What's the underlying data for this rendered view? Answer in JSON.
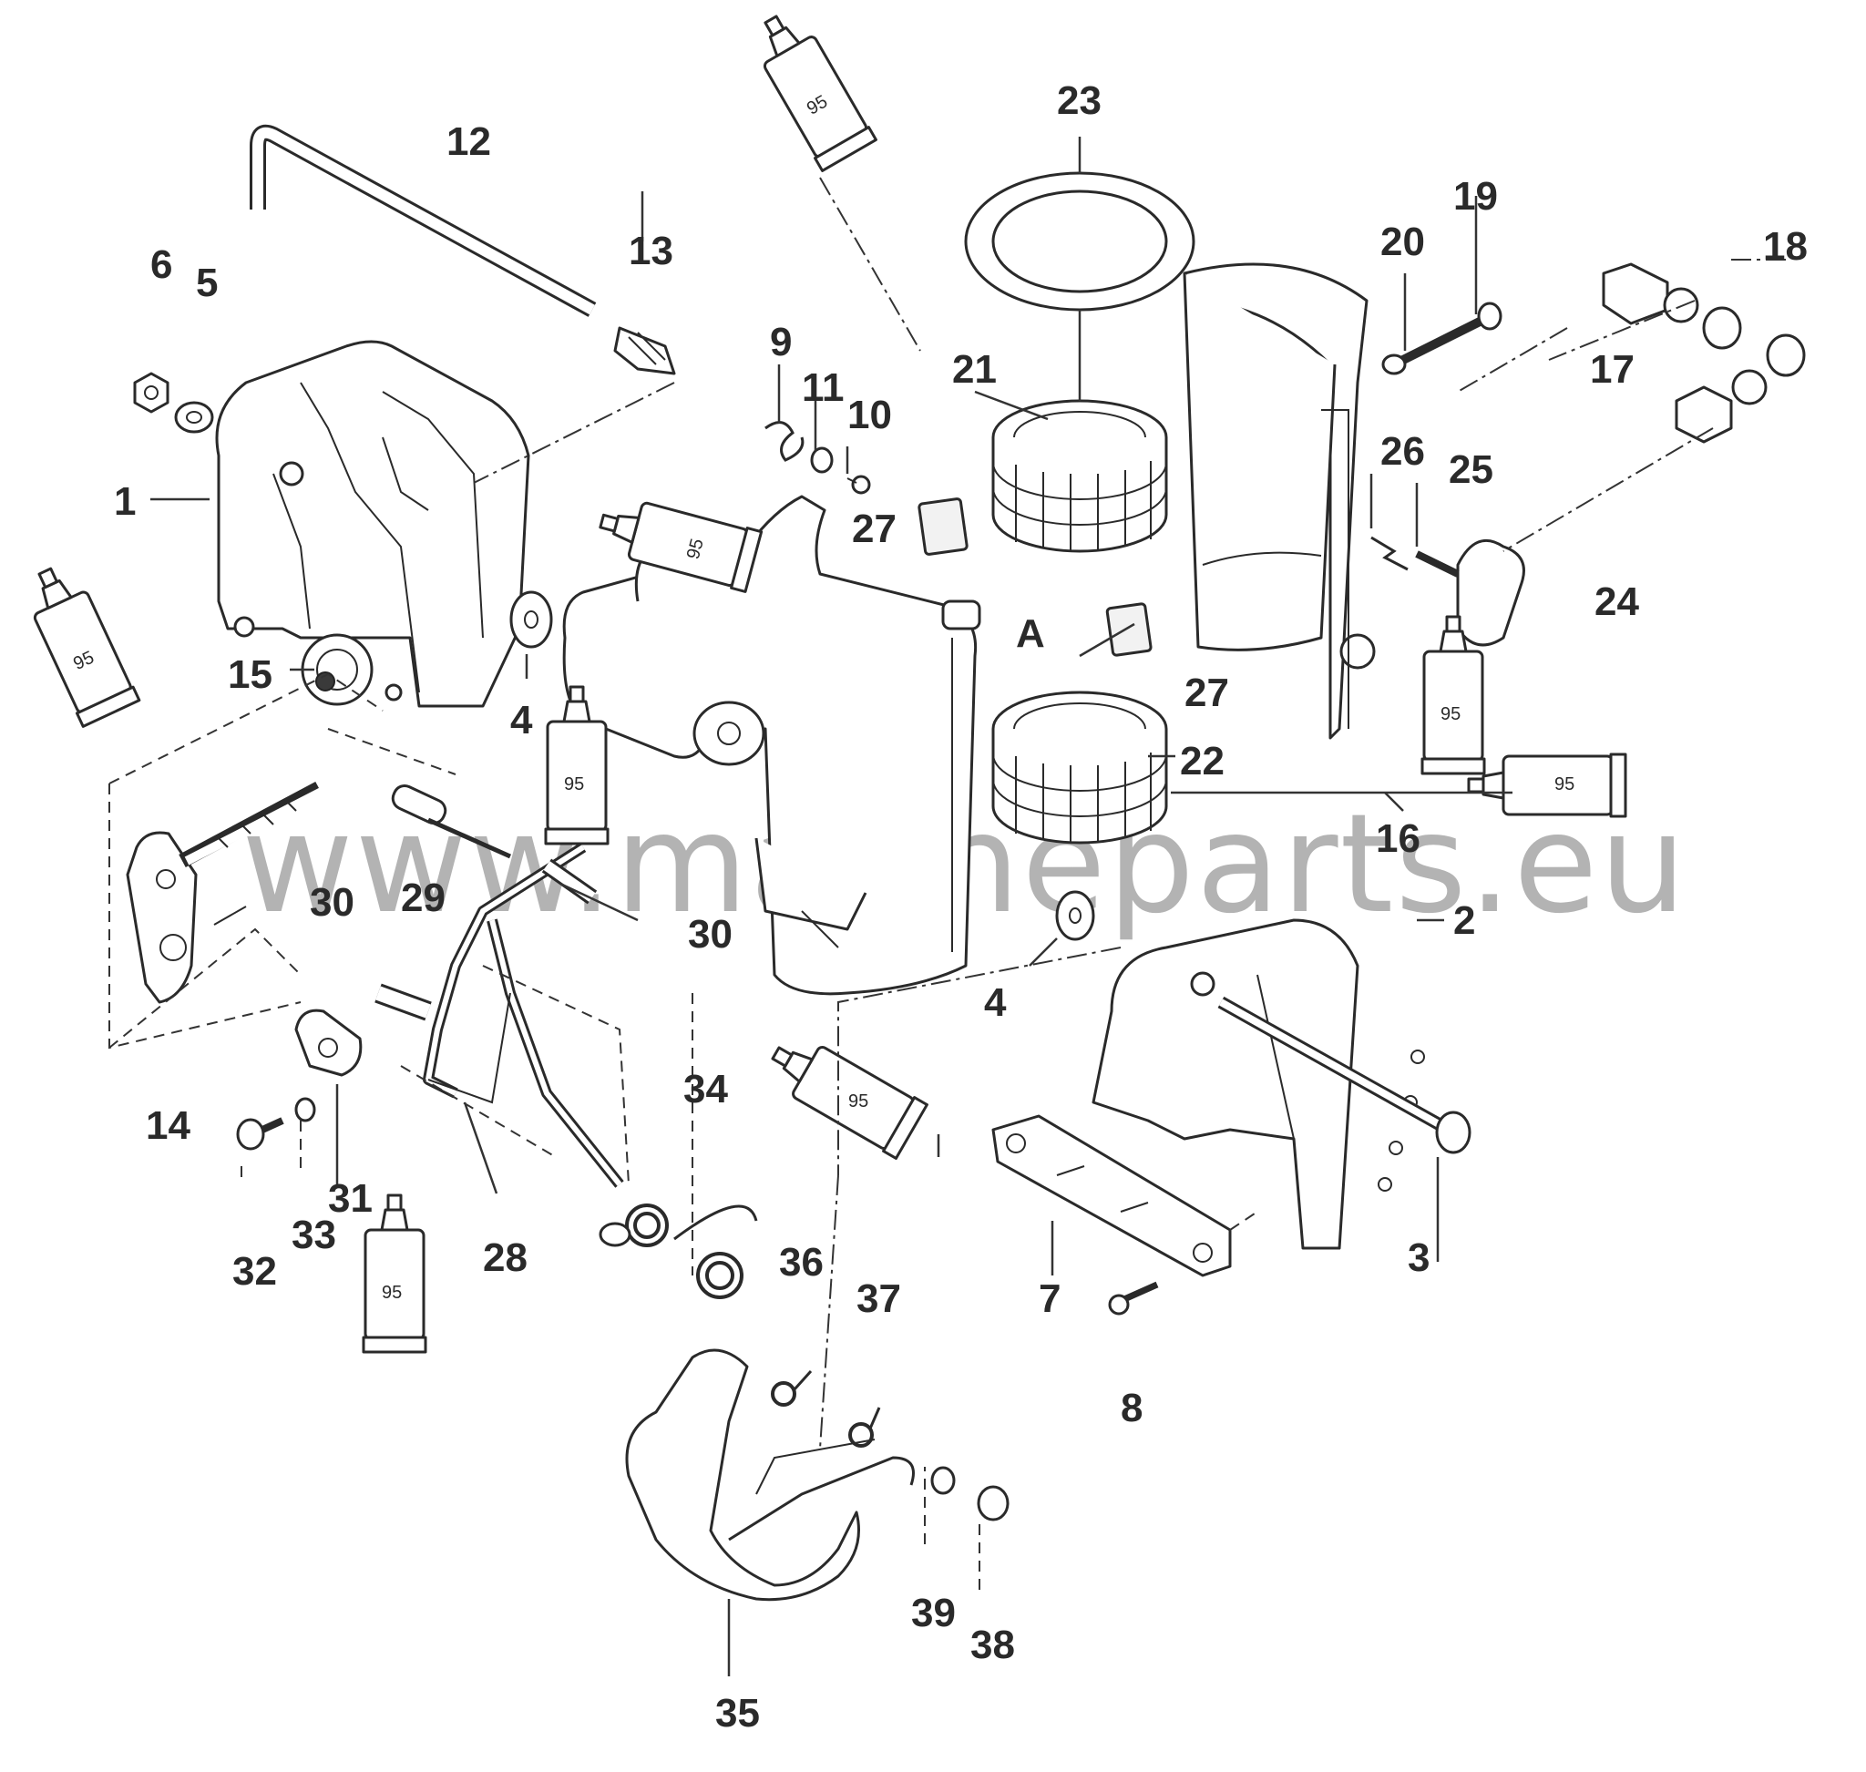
{
  "diagram": {
    "callouts": {
      "c1": "1",
      "c2": "2",
      "c3": "3",
      "c4a": "4",
      "c4b": "4",
      "c5": "5",
      "c6": "6",
      "c7": "7",
      "c8": "8",
      "c9": "9",
      "c10": "10",
      "c11": "11",
      "c12": "12",
      "c13": "13",
      "c14": "14",
      "c15": "15",
      "c16": "16",
      "c17": "17",
      "c18": "18",
      "c19": "19",
      "c20": "20",
      "c21": "21",
      "c22": "22",
      "c23": "23",
      "c24": "24",
      "c25": "25",
      "c26": "26",
      "c27a": "27",
      "c27b": "27",
      "c28": "28",
      "c29": "29",
      "c30a": "30",
      "c30b": "30",
      "c31": "31",
      "c32": "32",
      "c33": "33",
      "c34": "34",
      "c35": "35",
      "c36": "36",
      "c37": "37",
      "c38": "38",
      "c39": "39",
      "detail_a": "A"
    },
    "grease_tube_label": "95",
    "watermark": "www.marineparts.eu"
  }
}
